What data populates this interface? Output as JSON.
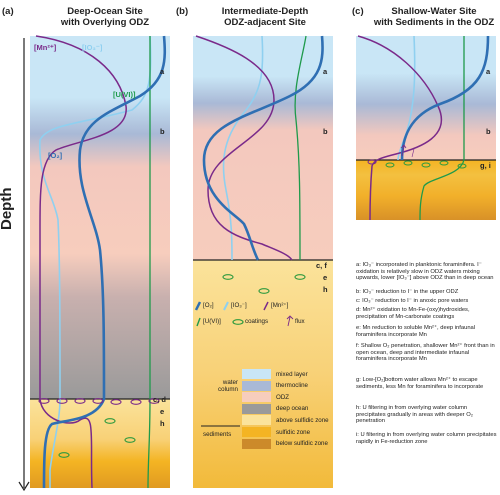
{
  "axis": {
    "depth_label": "Depth"
  },
  "panels": [
    {
      "letter": "(a)",
      "title": "Deep-Ocean Site\nwith Overlying ODZ",
      "curve_labels": {
        "mn": "[Mn²⁺]",
        "io3": "[IO₃⁻]",
        "u": "[U(VI)]",
        "o2": "[O₂]"
      },
      "markers": [
        "a",
        "b",
        "c, d",
        "e",
        "h"
      ]
    },
    {
      "letter": "(b)",
      "title": "Intermediate-Depth\nODZ-adjacent Site",
      "markers": [
        "a",
        "b",
        "c, f",
        "e",
        "h"
      ]
    },
    {
      "letter": "(c)",
      "title": "Shallow-Water Site\nwith Sediments in the ODZ",
      "markers": [
        "a",
        "b",
        "g, i"
      ]
    }
  ],
  "legend": {
    "symbols": [
      "[O₂]",
      "[IO₃⁻]",
      "[Mn²⁺]",
      "[U(VI)]",
      "coatings",
      "flux"
    ],
    "group_water": "water\ncolumn",
    "group_sediments": "sediments",
    "zones": [
      {
        "label": "mixed layer",
        "color": "#c9e6f6"
      },
      {
        "label": "thermocline",
        "color": "#a9b9d6"
      },
      {
        "label": "ODZ",
        "color": "#f7cdbd"
      },
      {
        "label": "deep ocean",
        "color": "#9a9a9a"
      },
      {
        "label": "above sulfidic zone",
        "color": "#fbe39b"
      },
      {
        "label": "sulfidic zone",
        "color": "#f4b423"
      },
      {
        "label": "below sulfidic zone",
        "color": "#cc8a2a"
      }
    ]
  },
  "notes": [
    "a: IO₃⁻ incorporated in planktonic foraminifera. I⁻ oxidation is relatively slow in ODZ waters mixing upwards, lower [IO₃⁻] above ODZ than in deep ocean",
    "b: IO₃⁻ reduction to I⁻ in the upper ODZ",
    "c: IO₃⁻ reduction to I⁻ in anoxic pore waters",
    "d: Mn²⁺ oxidation to Mn-Fe-(oxy)hydroxides, precipitation of Mn-carbonate coatings",
    "e: Mn reduction to soluble Mn²⁺, deep infaunal foraminifera incorporate Mn",
    "f: Shallow O₂ penetration, shallower Mn²⁺ front than in open ocean, deep and intermediate infaunal foraminifera incorporate Mn",
    "g: Low-[O₂]bottom water allows Mn²⁺ to escape sediments, less Mn for foraminifera to incorporate",
    "h: U filtering in from overlying water column precipitates gradually in areas with deeper O₂ penetration",
    "i: U filtering in from overlying water column precipitates rapidly in Fe-reduction zone"
  ],
  "colors": {
    "o2": "#2f6fb3",
    "io3": "#8fd0f0",
    "mn": "#7a2a8a",
    "u": "#1e9a4b",
    "coating": "#2e9a3e"
  }
}
